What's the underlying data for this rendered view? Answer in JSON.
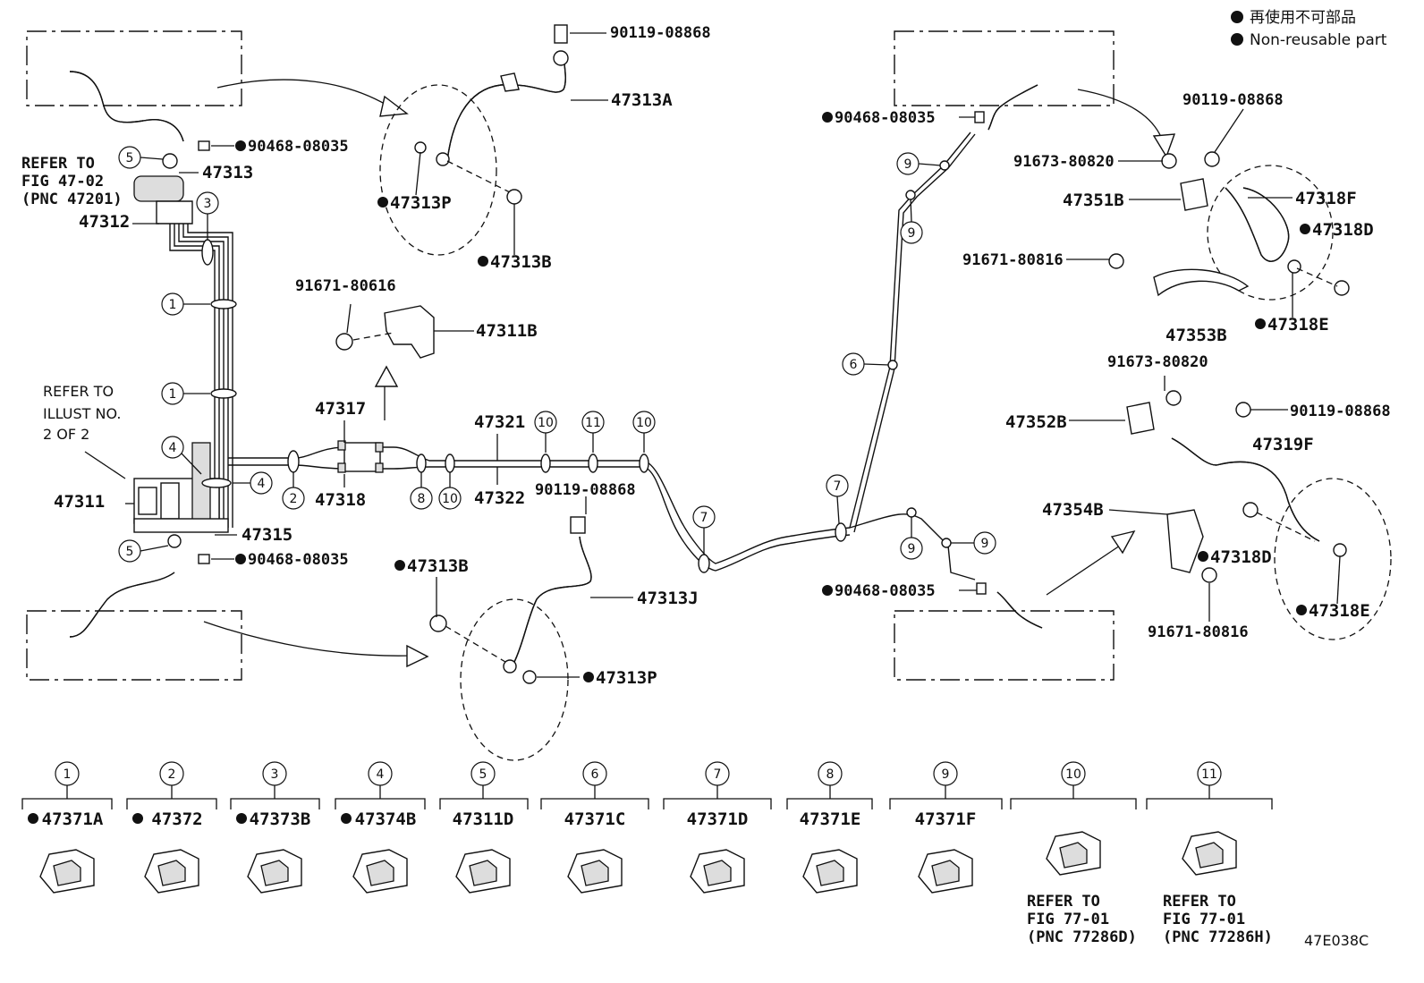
{
  "legend": {
    "line1": "再使用不可部品",
    "line2": "Non-reusable part"
  },
  "diagram_code": "47E038C",
  "labels": {
    "p90119_top": "90119-08868",
    "p47313A": "47313A",
    "p47313P_top": "47313P",
    "p47313B_top": "47313B",
    "p90468_tl": "90468-08035",
    "p47313": "47313",
    "refer_fig": "REFER TO",
    "refer_fig2": "FIG 47-02",
    "refer_fig3": "(PNC 47201)",
    "p47312": "47312",
    "p91671_80616": "91671-80616",
    "p47311B": "47311B",
    "refer_illust1": "REFER TO",
    "refer_illust2": "ILLUST NO.",
    "refer_illust3": "2 OF 2",
    "p47317": "47317",
    "p47318": "47318",
    "p47321": "47321",
    "p47322": "47322",
    "p47311": "47311",
    "p47315": "47315",
    "p90468_bl": "90468-08035",
    "p47313B_bot": "47313B",
    "p90119_mid": "90119-08868",
    "p47313J": "47313J",
    "p47313P_bot": "47313P",
    "p90468_tr": "90468-08035",
    "p90468_br": "90468-08035",
    "p90119_r1": "90119-08868",
    "p91673_r1": "91673-80820",
    "p47351B": "47351B",
    "p47318F": "47318F",
    "p47318D_r1": "47318D",
    "p91671_r1": "91671-80816",
    "p47353B": "47353B",
    "p47318E_r1": "47318E",
    "p91673_r2": "91673-80820",
    "p47352B": "47352B",
    "p90119_r2": "90119-08868",
    "p47319F": "47319F",
    "p47354B": "47354B",
    "p47318D_r2": "47318D",
    "p91671_r2": "91671-80816",
    "p47318E_r2": "47318E"
  },
  "clamps": [
    {
      "num": "1",
      "part": "47371A",
      "nonreusable": true
    },
    {
      "num": "2",
      "part": "47372",
      "nonreusable": true
    },
    {
      "num": "3",
      "part": "47373B",
      "nonreusable": true
    },
    {
      "num": "4",
      "part": "47374B",
      "nonreusable": true
    },
    {
      "num": "5",
      "part": "47311D",
      "nonreusable": false
    },
    {
      "num": "6",
      "part": "47371C",
      "nonreusable": false
    },
    {
      "num": "7",
      "part": "47371D",
      "nonreusable": false
    },
    {
      "num": "8",
      "part": "47371E",
      "nonreusable": false
    },
    {
      "num": "9",
      "part": "47371F",
      "nonreusable": false
    },
    {
      "num": "10",
      "part": "",
      "nonreusable": false,
      "refer": [
        "REFER TO",
        "FIG 77-01",
        "(PNC 77286D)"
      ]
    },
    {
      "num": "11",
      "part": "",
      "nonreusable": false,
      "refer": [
        "REFER TO",
        "FIG 77-01",
        "(PNC 77286H)"
      ]
    }
  ],
  "callouts": {
    "c1": "1",
    "c2": "2",
    "c3": "3",
    "c4": "4",
    "c5": "5",
    "c6": "6",
    "c7": "7",
    "c8": "8",
    "c9": "9",
    "c10": "10",
    "c11": "11"
  }
}
